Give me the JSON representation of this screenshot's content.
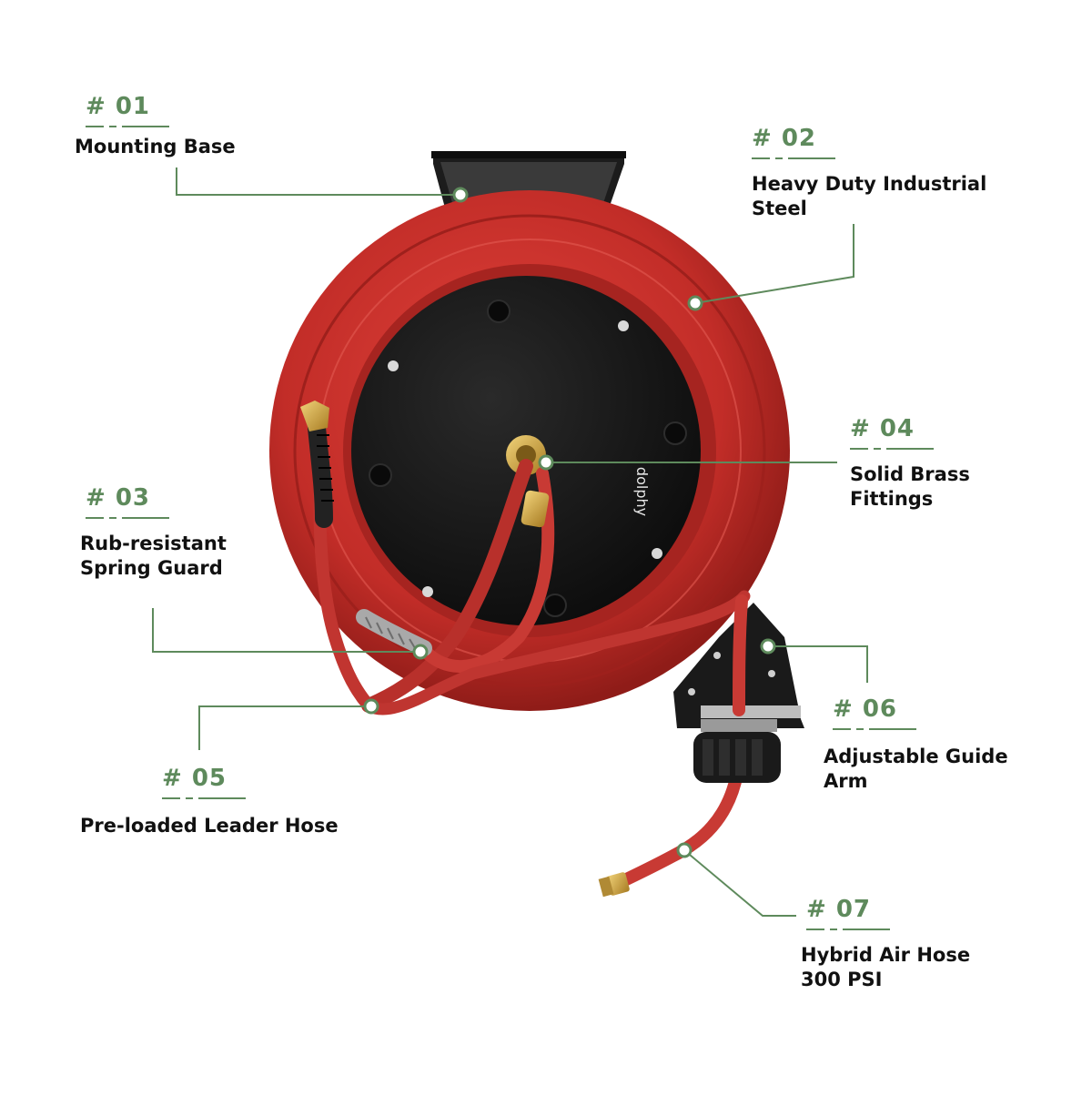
{
  "callouts": [
    {
      "id": "01",
      "number": "# 01",
      "label": [
        "Mounting Base"
      ]
    },
    {
      "id": "02",
      "number": "# 02",
      "label": [
        "Heavy Duty Industrial",
        "Steel"
      ]
    },
    {
      "id": "03",
      "number": "# 03",
      "label": [
        "Rub-resistant",
        "Spring Guard"
      ]
    },
    {
      "id": "04",
      "number": "# 04",
      "label": [
        "Solid Brass",
        "Fittings"
      ]
    },
    {
      "id": "05",
      "number": "# 05",
      "label": [
        "Pre-loaded Leader Hose"
      ]
    },
    {
      "id": "06",
      "number": "# 06",
      "label": [
        "Adjustable Guide",
        "Arm"
      ]
    },
    {
      "id": "07",
      "number": "# 07",
      "label": [
        "Hybrid Air Hose",
        "300 PSI"
      ]
    }
  ],
  "brand_logo_text": "dolphy",
  "colors": {
    "accent": "#5e8a5c",
    "reel_red": "#c8302b",
    "hub_black": "#141414",
    "brass": "#c9a24a",
    "label_text": "#111111"
  }
}
